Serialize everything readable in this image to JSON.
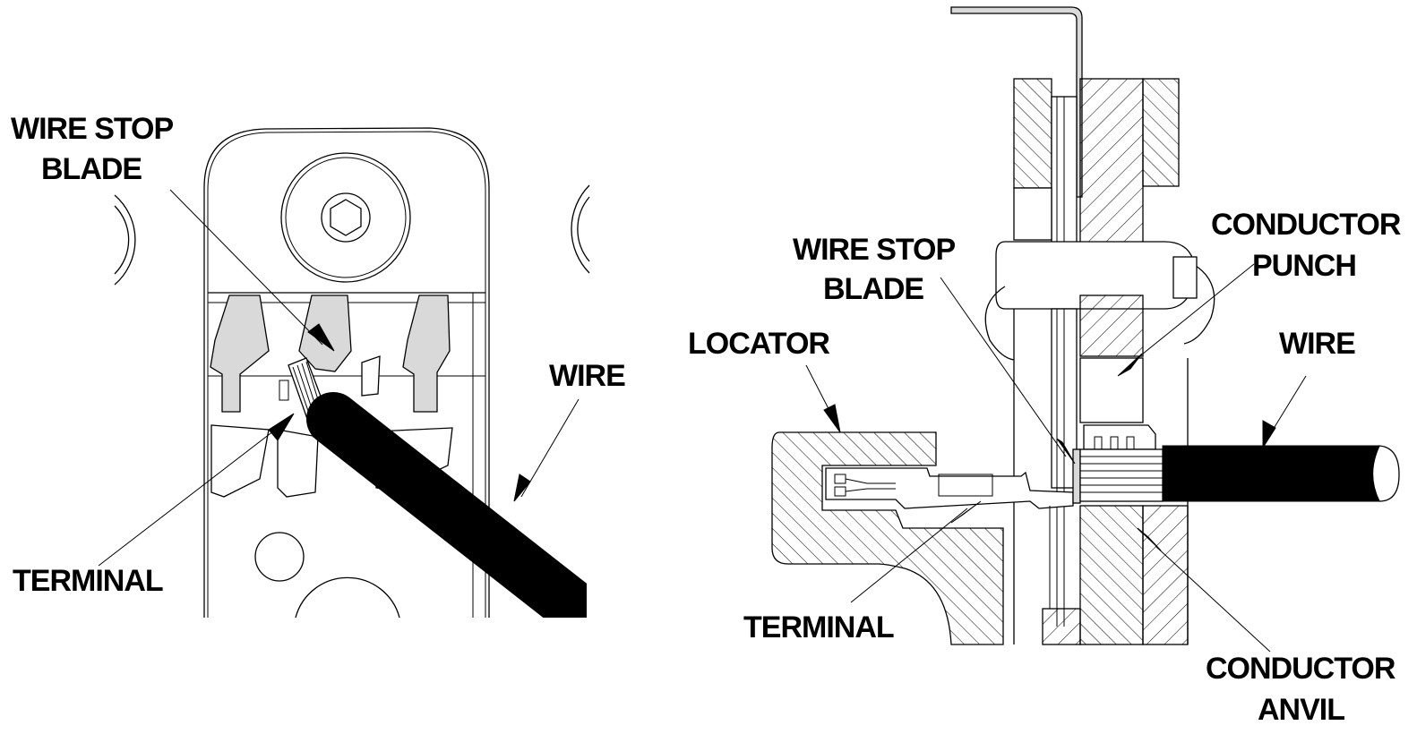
{
  "left_panel": {
    "labels": {
      "wire_stop_blade": [
        "WIRE STOP",
        "BLADE"
      ],
      "wire": "WIRE",
      "terminal": "TERMINAL"
    }
  },
  "right_panel": {
    "labels": {
      "wire_stop_blade": [
        "WIRE STOP",
        "BLADE"
      ],
      "conductor_punch": [
        "CONDUCTOR",
        "PUNCH"
      ],
      "locator": "LOCATOR",
      "wire": "WIRE",
      "terminal": "TERMINAL",
      "conductor_anvil": [
        "CONDUCTOR",
        "ANVIL"
      ]
    }
  }
}
